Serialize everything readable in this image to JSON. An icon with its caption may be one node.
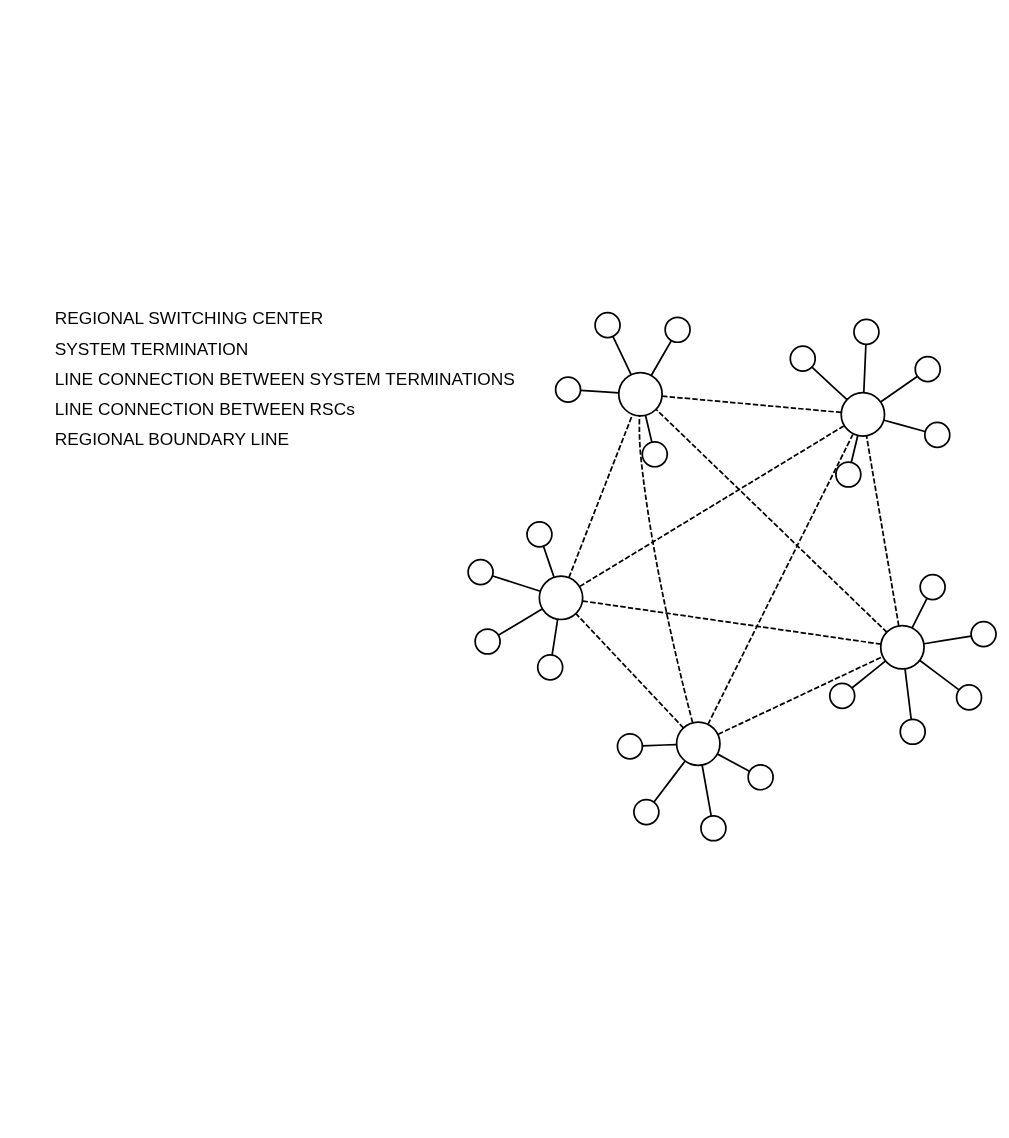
{
  "diagram": {
    "nodes": [
      {
        "text": [],
        "shape": "circle"
      },
      {
        "text": [],
        "shape": "circle"
      },
      {
        "text": [],
        "shape": "circle"
      },
      {
        "text": [],
        "shape": "circle"
      },
      {
        "text": [],
        "shape": "circle"
      },
      {
        "text": [],
        "shape": "circle"
      },
      {
        "text": [],
        "shape": "circle"
      },
      {
        "text": [],
        "shape": "circle"
      },
      {
        "text": [],
        "shape": "circle"
      },
      {
        "text": [],
        "shape": "circle"
      },
      {
        "text": [],
        "shape": "circle"
      },
      {
        "text": [],
        "shape": "circle"
      },
      {
        "text": [],
        "shape": "circle"
      },
      {
        "text": [],
        "shape": "circle"
      },
      {
        "text": [],
        "shape": "circle"
      },
      {
        "text": [],
        "shape": "circle"
      },
      {
        "text": [],
        "shape": "circle"
      },
      {
        "text": [],
        "shape": "circle"
      },
      {
        "text": [],
        "shape": "circle"
      },
      {
        "text": [],
        "shape": "circle"
      },
      {
        "text": [],
        "shape": "circle"
      },
      {
        "text": [],
        "shape": "circle"
      },
      {
        "text": [],
        "shape": "circle"
      },
      {
        "text": [],
        "shape": "circle"
      },
      {
        "text": [],
        "shape": "circle"
      },
      {
        "text": [],
        "shape": "circle"
      },
      {
        "text": [],
        "shape": "circle"
      }
    ],
    "edges": [
      {
        "from": 4,
        "to": 0,
        "arrow": "none"
      },
      {
        "from": 4,
        "to": 1,
        "arrow": "none"
      },
      {
        "from": 4,
        "to": 6,
        "arrow": "none"
      },
      {
        "from": 4,
        "to": 8,
        "arrow": "none"
      },
      {
        "from": 7,
        "to": 2,
        "arrow": "none"
      },
      {
        "from": 7,
        "to": 3,
        "arrow": "none"
      },
      {
        "from": 7,
        "to": 5,
        "arrow": "none"
      },
      {
        "from": 7,
        "to": 11,
        "arrow": "none"
      },
      {
        "from": 13,
        "to": 9,
        "arrow": "none"
      },
      {
        "from": 13,
        "to": 10,
        "arrow": "none"
      },
      {
        "from": 13,
        "to": 12,
        "arrow": "none"
      },
      {
        "from": 13,
        "to": 14,
        "arrow": "none"
      },
      {
        "from": 13,
        "to": 15,
        "arrow": "none"
      },
      {
        "from": 21,
        "to": 17,
        "arrow": "none"
      },
      {
        "from": 21,
        "to": 20,
        "arrow": "none"
      },
      {
        "from": 21,
        "to": 23,
        "arrow": "none"
      },
      {
        "from": 21,
        "to": 24,
        "arrow": "none"
      },
      {
        "from": 22,
        "to": 16,
        "arrow": "none"
      },
      {
        "from": 22,
        "to": 18,
        "arrow": "none"
      },
      {
        "from": 22,
        "to": 19,
        "arrow": "none"
      },
      {
        "from": 22,
        "to": 25,
        "arrow": "none"
      },
      {
        "from": 22,
        "to": 26,
        "arrow": "none"
      },
      {
        "from": 4,
        "to": 7,
        "arrow": "none",
        "style": "dashed"
      },
      {
        "from": 4,
        "to": 13,
        "arrow": "none",
        "style": "dashed"
      },
      {
        "from": 4,
        "to": 21,
        "arrow": "none",
        "style": "dashed"
      },
      {
        "from": 4,
        "to": 22,
        "arrow": "none",
        "style": "dashed"
      },
      {
        "from": 7,
        "to": 13,
        "arrow": "none",
        "style": "dashed"
      },
      {
        "from": 7,
        "to": 21,
        "arrow": "none",
        "style": "dashed"
      },
      {
        "from": 7,
        "to": 22,
        "arrow": "none",
        "style": "dashed"
      },
      {
        "from": 13,
        "to": 21,
        "arrow": "none",
        "style": "dashed"
      },
      {
        "from": 13,
        "to": 22,
        "arrow": "none",
        "style": "dashed"
      },
      {
        "from": 21,
        "to": 22,
        "arrow": "none",
        "style": "dashed"
      }
    ],
    "legend": [
      {
        "text": "REGIONAL SWITCHING CENTER"
      },
      {
        "text": "SYSTEM TERMINATION"
      },
      {
        "text": "LINE CONNECTION BETWEEN SYSTEM TERMINATIONS"
      },
      {
        "text": "LINE CONNECTION BETWEEN RSCs"
      },
      {
        "text": "REGIONAL BOUNDARY LINE"
      }
    ]
  }
}
